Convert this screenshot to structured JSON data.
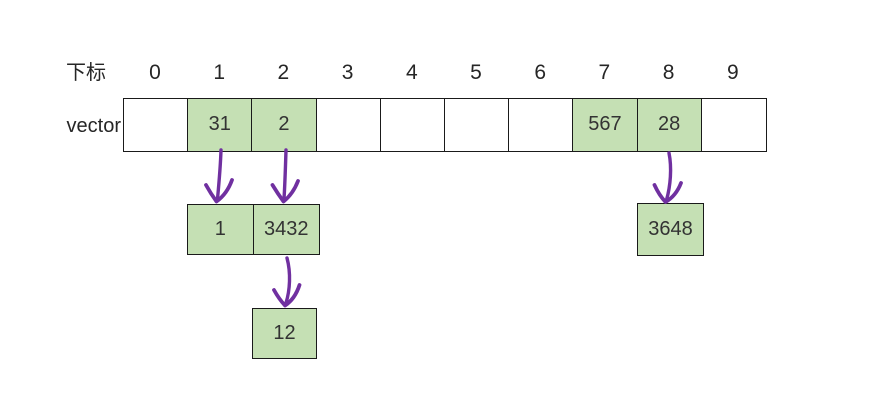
{
  "header": {
    "row_label": "下标",
    "indices": [
      "0",
      "1",
      "2",
      "3",
      "4",
      "5",
      "6",
      "7",
      "8",
      "9"
    ]
  },
  "vector": {
    "label": "vector",
    "cells": [
      {
        "index": "0",
        "value": "",
        "filled": false
      },
      {
        "index": "1",
        "value": "31",
        "filled": true
      },
      {
        "index": "2",
        "value": "2",
        "filled": true
      },
      {
        "index": "3",
        "value": "",
        "filled": false
      },
      {
        "index": "4",
        "value": "",
        "filled": false
      },
      {
        "index": "5",
        "value": "",
        "filled": false
      },
      {
        "index": "6",
        "value": "",
        "filled": false
      },
      {
        "index": "7",
        "value": "567",
        "filled": true
      },
      {
        "index": "8",
        "value": "28",
        "filled": true
      },
      {
        "index": "9",
        "value": "",
        "filled": false
      }
    ]
  },
  "child_nodes": {
    "pair_under_cells_1_2": {
      "left_value": "1",
      "right_value": "3432"
    },
    "under_3432": {
      "value": "12"
    },
    "under_cell_8": {
      "value": "3648"
    }
  },
  "colors": {
    "cell_fill_green": "#c5e0b4",
    "arrow_purple": "#7030a0",
    "border_black": "#1a1a1a"
  }
}
